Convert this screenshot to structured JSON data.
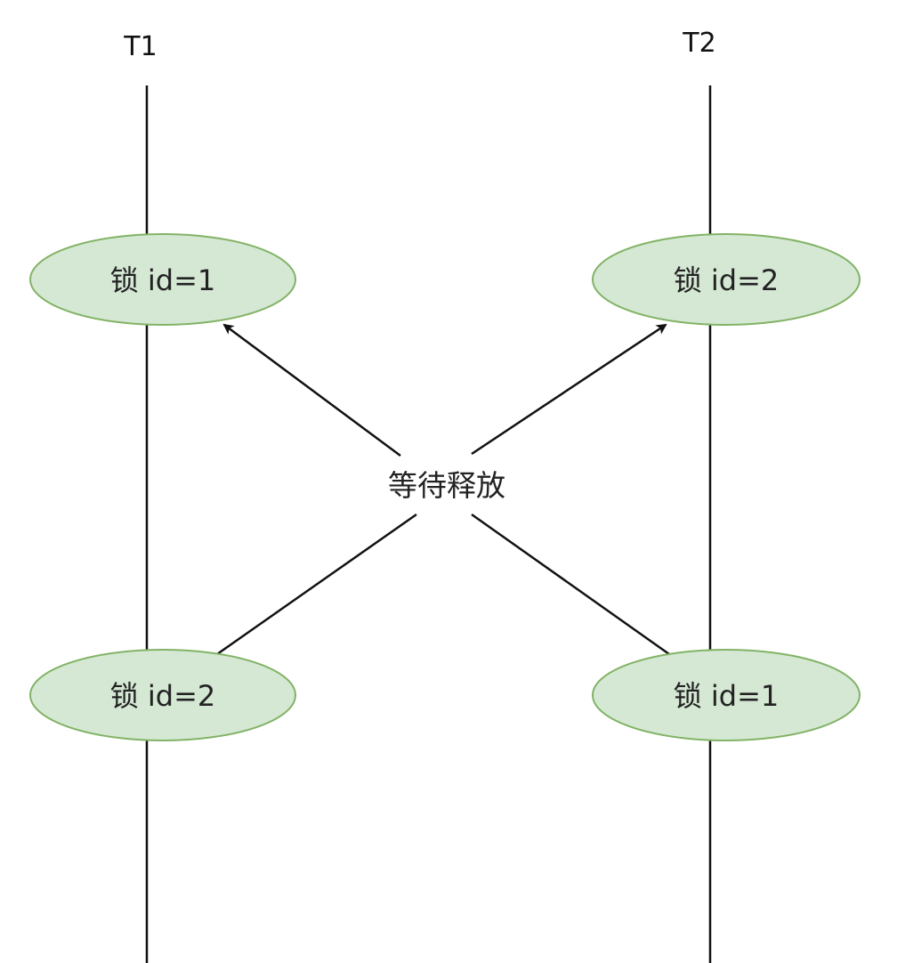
{
  "lifelines": {
    "t1_label": "T1",
    "t2_label": "T2"
  },
  "nodes": {
    "t1_lock_top": "锁 id=1",
    "t2_lock_top": "锁 id=2",
    "t1_lock_bottom": "锁 id=2",
    "t2_lock_bottom": "锁 id=1"
  },
  "center_label": "等待释放",
  "colors": {
    "node_fill": "#d5e8d4",
    "node_stroke": "#82b366",
    "line": "#111111"
  }
}
